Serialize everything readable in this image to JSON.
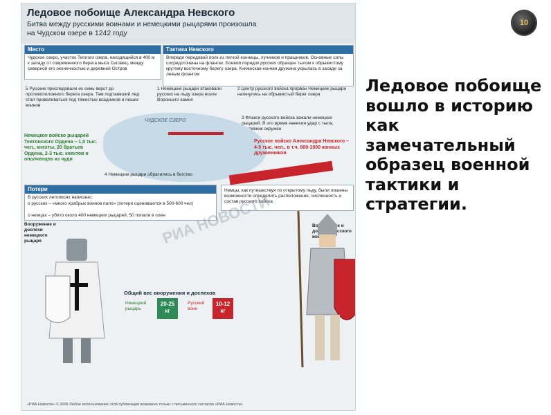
{
  "slide": {
    "page_number": "10",
    "text": "Ледовое побоище вошло в историю как замечательный образец военной тактики и стратегии."
  },
  "infographic": {
    "title": "Ледовое побоище Александра Невского",
    "subtitle": "Битва между русскими воинами и немецкими рыцарями произошла на Чудском озере в 1242 году",
    "place": {
      "heading": "Место",
      "text": "Чудское озеро, участок Теплого озера, находящийся в 400 м к западу от современного берега мыса Сиговец, между северной его оконечностью и деревней Остров"
    },
    "tactics": {
      "heading": "Тактика Невского",
      "text": "Впереди передовой полк из легкой конницы, лучников и пращников. Основные силы сосредоточены на флангах. Боевой порядок русских обращен тылом к обрывистому крутому восточному берегу озера. Княжеская конная дружина укрылась в засаде за левым флангом"
    },
    "steps": [
      "1 Немецкие рыцари атаковали русских на льду озера возле Вороньего камня",
      "2 Центр русского войска прорван Немецкие рыцари наткнулись на обрывистый берег озера",
      "3 Фланги русского войска зажали немецких рыцарей. В это время нанесен удар с тыла, противник окружен",
      "4 Немецкие рыцари обратились в бегство",
      "5 Русские преследовали их семь верст до противоположного берега озера. Там подтаявший лед стал проваливаться под тяжестью всадников и пеших воинов"
    ],
    "lake_label": "ЧУДСКОЕ ОЗЕРО",
    "german_forces": "Немецкое войско рыцарей Тевтонского Ордена – 1,5 тыс. чел., кнехты, 20 братьев Ордена, 2-3 тыс. кнехтов и ополченцев из чуди",
    "russian_forces": "Русское войско Александра Невского – 4-5 тыс. чел., в т.ч. 800-1000 конных дружинников",
    "losses": {
      "heading": "Потери",
      "intro": "В русских летописях написано:",
      "russians": "о русских – «много храбрых воинов пало» (потери оцениваются в 500-600 чел)",
      "germans": "о немцах – убито около 400 немецких рыцарей, 50 попали в плен"
    },
    "note": "Немцы, как путешествуя по открытому льду, были лишены возможности определить расположение, численность и состав русского войска",
    "knight_label": "Вооружение и доспехи немецкого рыцаря",
    "russian_label": "Вооружение и доспехи русского воина",
    "weight": {
      "title": "Общий вес вооружения и доспехов",
      "german_label": "Немецкий рыцарь",
      "german_value": "20-25 кг",
      "russian_label": "Русский воин",
      "russian_value": "10-12 кг"
    },
    "watermark": "РИА НОВОСТИ",
    "footer": "«РИА Новости» © 2009 Любое использование этой публикации возможно только с письменного согласия «РИА Новости»"
  },
  "colors": {
    "accent_blue": "#2f6ea3",
    "accent_red": "#c8242b",
    "accent_green": "#2e8b57",
    "badge_digit": "#e6c35a"
  }
}
